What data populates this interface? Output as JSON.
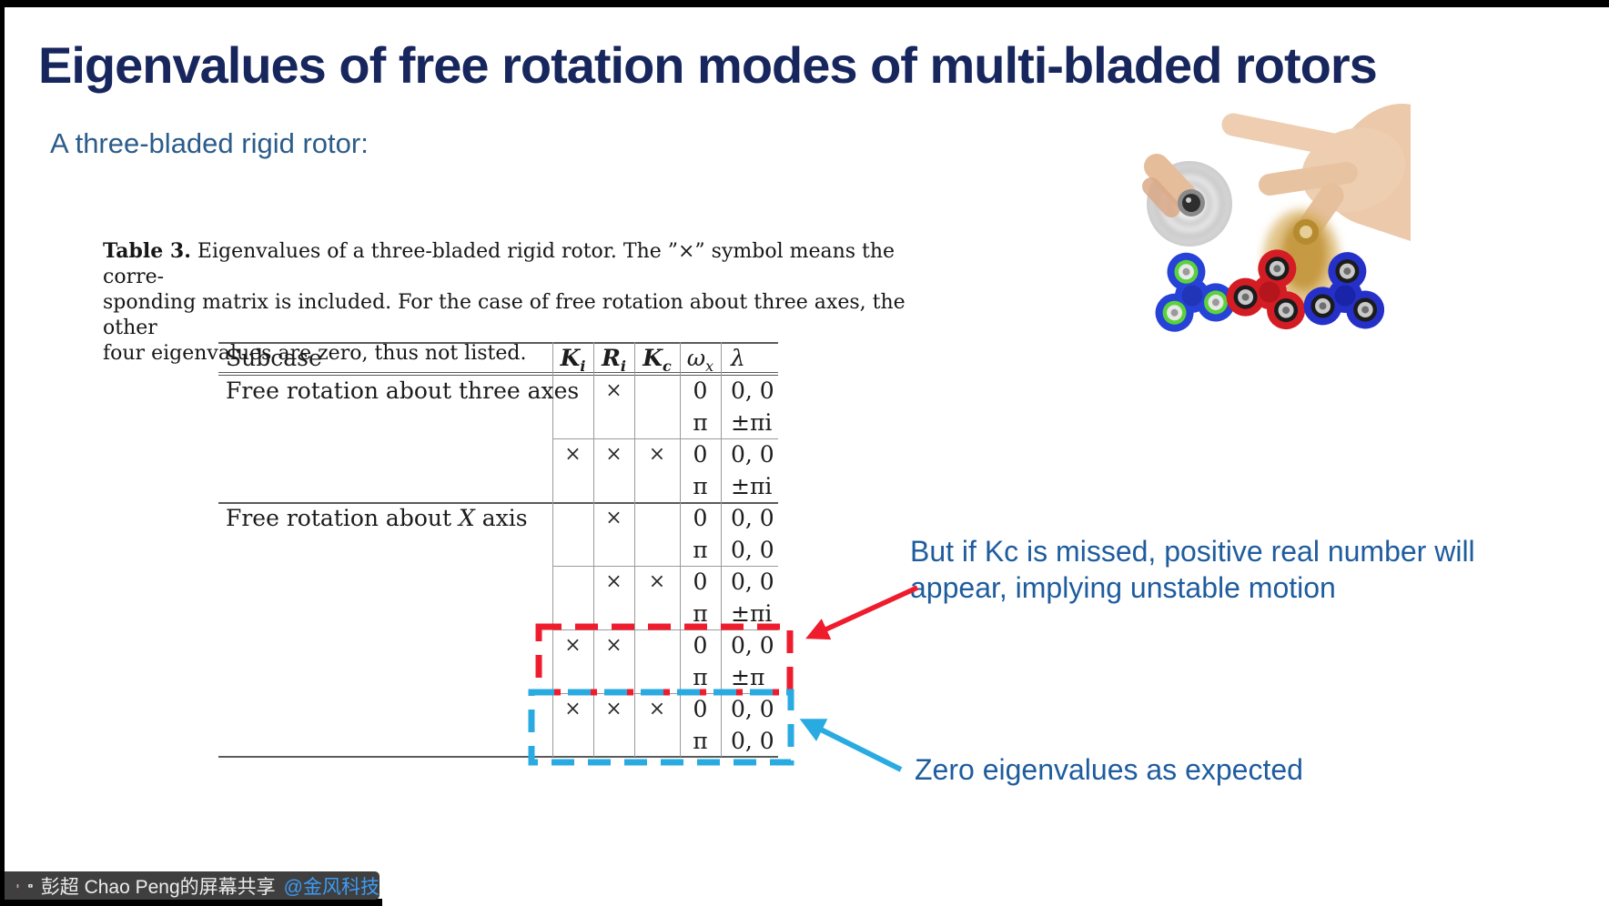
{
  "slide": {
    "title": "Eigenvalues of free rotation modes of multi-bladed rotors",
    "subtitle": "A three-bladed rigid rotor:"
  },
  "caption": {
    "label": "Table 3.",
    "line1": " Eigenvalues of a three-bladed rigid rotor. The ”×” symbol means the corre-",
    "line2": "sponding matrix is included. For the case of free rotation about three axes, the other",
    "line3": "four eigenvalues are zero, thus not listed."
  },
  "table": {
    "headers": {
      "subcase": "Subcase",
      "ki_main": "K",
      "ki_sub": "i",
      "ri_main": "R",
      "ri_sub": "i",
      "kc_main": "K",
      "kc_sub": "c",
      "omega_main": "ω",
      "omega_sub": "x",
      "lambda": "λ"
    },
    "rows": [
      {
        "subcase_pre": "Free rotation about three axes",
        "subcase_em": "",
        "subcase_post": "",
        "ki": "",
        "ri": "×",
        "kc": "",
        "omega1": "0",
        "lambda1": "0, 0",
        "omega2": "π",
        "lambda2": "±πi"
      },
      {
        "subcase_pre": "",
        "subcase_em": "",
        "subcase_post": "",
        "ki": "×",
        "ri": "×",
        "kc": "×",
        "omega1": "0",
        "lambda1": "0, 0",
        "omega2": "π",
        "lambda2": "±πi"
      },
      {
        "subcase_pre": "Free rotation about ",
        "subcase_em": "X",
        "subcase_post": " axis",
        "ki": "",
        "ri": "×",
        "kc": "",
        "omega1": "0",
        "lambda1": "0, 0",
        "omega2": "π",
        "lambda2": "0, 0"
      },
      {
        "subcase_pre": "",
        "subcase_em": "",
        "subcase_post": "",
        "ki": "",
        "ri": "×",
        "kc": "×",
        "omega1": "0",
        "lambda1": "0, 0",
        "omega2": "π",
        "lambda2": "±πi"
      },
      {
        "subcase_pre": "",
        "subcase_em": "",
        "subcase_post": "",
        "ki": "×",
        "ri": "×",
        "kc": "",
        "omega1": "0",
        "lambda1": "0, 0",
        "omega2": "π",
        "lambda2": "±π"
      },
      {
        "subcase_pre": "",
        "subcase_em": "",
        "subcase_post": "",
        "ki": "×",
        "ri": "×",
        "kc": "×",
        "omega1": "0",
        "lambda1": "0, 0",
        "omega2": "π",
        "lambda2": "0, 0"
      }
    ]
  },
  "annotations": {
    "unstable_line1": "But if Kc is missed, positive real number will",
    "unstable_line2": "appear, implying unstable motion",
    "zero_text": "Zero eigenvalues as expected"
  },
  "share_bar": {
    "speaker_text": "彭超 Chao Peng的屏幕共享",
    "mention_text": "@金风科技"
  },
  "colors": {
    "title_navy": "#17265c",
    "subtitle_blue": "#2b5c8a",
    "annotation_blue": "#1e5c9e",
    "highlight_red": "#ee1c2d",
    "highlight_cyan": "#29abe2",
    "mention_blue": "#3d9bf5"
  }
}
